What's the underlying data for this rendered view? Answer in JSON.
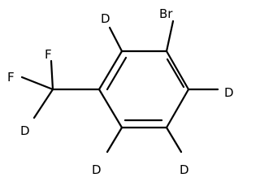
{
  "molecule": {
    "atom_labels": {
      "bromine": "Br",
      "fluorine_top": "F",
      "fluorine_left": "F",
      "deuterium_methyl": "D",
      "deuterium_top": "D",
      "deuterium_right": "D",
      "deuterium_bottom_left": "D",
      "deuterium_bottom_right": "D"
    },
    "colors": {
      "bond": "#000000",
      "label": "#000000",
      "background": "#ffffff"
    }
  }
}
